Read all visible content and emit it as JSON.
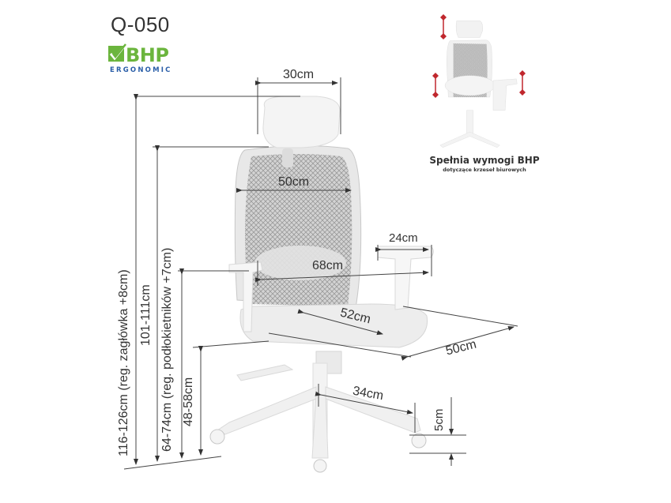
{
  "product": {
    "model": "Q-050",
    "badge": {
      "brand": "BHP",
      "subtitle": "ERGONOMIC",
      "check_color": "#6bb53d",
      "subtitle_color": "#2a5ea8"
    }
  },
  "inset": {
    "caption_title": "Spełnia wymogi BHP",
    "caption_subtitle": "dotyczące krzeseł biurowych",
    "arrow_color": "#c0272d"
  },
  "dimensions": {
    "headrest_width": "30cm",
    "backrest_width": "50cm",
    "armrest_length": "24cm",
    "armrest_span": "68cm",
    "seat_depth": "52cm",
    "base_depth": "50cm",
    "leg_length": "34cm",
    "caster_height": "5cm",
    "total_height": "116-126cm (reg. zagłówka +8cm)",
    "backrest_height": "101-111cm",
    "armrest_height": "64-74cm (reg. podłokietników +7cm)",
    "seat_height": "48-58cm"
  }
}
